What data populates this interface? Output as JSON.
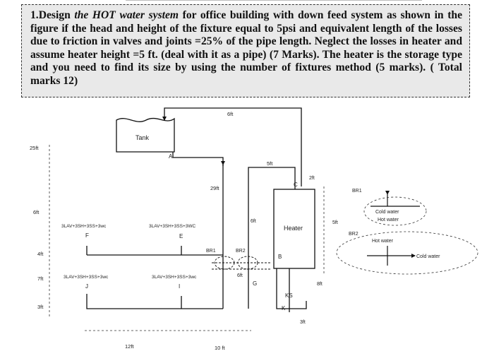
{
  "question": {
    "t1": "1.Design ",
    "em1": "the HOT water system",
    "t2": " for office building with down feed system as shown in the figure if the head and height of the fixture equal to 5psi and equivalent length of the losses due to friction in valves and joints =25% of the pipe length. Neglect the losses in heater and assume heater height =5 ft. (deal with it as a pipe) (7 Marks). The heater is the storage type and you need to find its size by using the number of fixtures method (5 marks). ( Total marks 12)"
  },
  "labels": {
    "tank": "Tank",
    "heater": "Heater",
    "pt_A": "A",
    "pt_B": "B",
    "pt_C": "C",
    "pt_E": "E",
    "pt_F": "F",
    "pt_G": "G",
    "pt_I": "I",
    "pt_J": "J",
    "pt_K": "K",
    "pt_KS": "KS",
    "br1": "BR1",
    "br2": "BR2",
    "dim_6ft_top": "6ft",
    "dim_25ft": "25ft",
    "dim_29ft": "29ft",
    "dim_5ft_top": "5ft",
    "dim_2ft": "2ft",
    "dim_6ft_left": "6ft",
    "dim_6ft_riser": "6ft",
    "dim_4ft": "4ft",
    "dim_7ft": "7ft",
    "dim_3ft_left": "3ft",
    "dim_6ft_g": "6ft",
    "dim_5ft_right": "5ft",
    "dim_8ft": "8ft",
    "dim_3ft_bottom": "3ft",
    "dim_12ft": "12ft",
    "dim_10ft": "10 ft",
    "fix_F": "3LAV+3SH+3SS+3wc",
    "fix_E": "3LAV+3SH+3SS+3WC",
    "fix_J": "3LAV+3SH+3SS+3wc",
    "fix_I": "3LAV+3SH+3SS+3wc",
    "legend_br1": "BR1",
    "legend_br2": "BR2",
    "legend_cold1": "Cold water",
    "legend_hot1": "Hot water",
    "legend_hot2": "Hot water",
    "legend_cold2": "Cold water"
  }
}
